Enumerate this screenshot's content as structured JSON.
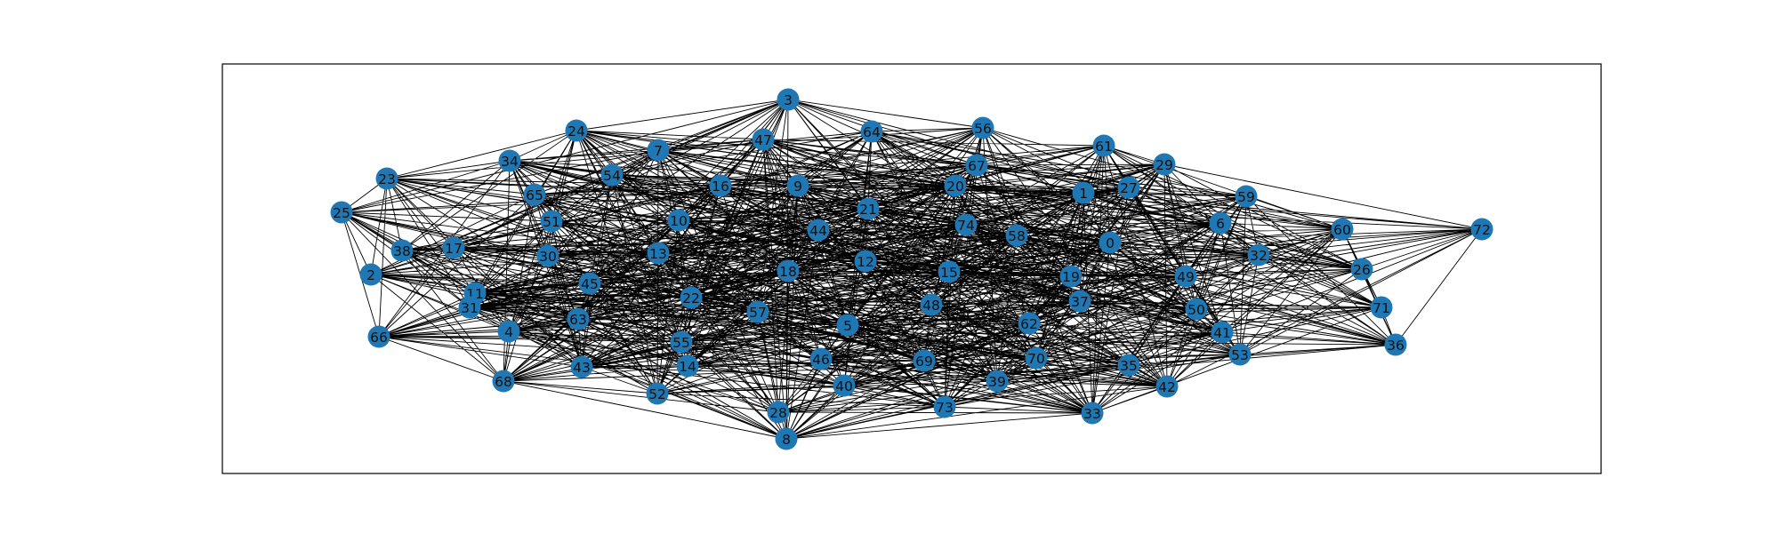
{
  "colors": {
    "node": "#1f77b4",
    "edge": "#000000",
    "frame": "#000000",
    "label": "#111111"
  },
  "graph": {
    "nodes": [
      {
        "id": "0"
      },
      {
        "id": "1"
      },
      {
        "id": "2"
      },
      {
        "id": "3"
      },
      {
        "id": "4"
      },
      {
        "id": "5"
      },
      {
        "id": "6"
      },
      {
        "id": "7"
      },
      {
        "id": "8"
      },
      {
        "id": "9"
      },
      {
        "id": "10"
      },
      {
        "id": "11"
      },
      {
        "id": "12"
      },
      {
        "id": "13"
      },
      {
        "id": "14"
      },
      {
        "id": "15"
      },
      {
        "id": "16"
      },
      {
        "id": "17"
      },
      {
        "id": "18"
      },
      {
        "id": "19"
      },
      {
        "id": "20"
      },
      {
        "id": "21"
      },
      {
        "id": "22"
      },
      {
        "id": "23"
      },
      {
        "id": "24"
      },
      {
        "id": "25"
      },
      {
        "id": "26"
      },
      {
        "id": "27"
      },
      {
        "id": "28"
      },
      {
        "id": "29"
      },
      {
        "id": "30"
      },
      {
        "id": "31"
      },
      {
        "id": "32"
      },
      {
        "id": "33"
      },
      {
        "id": "34"
      },
      {
        "id": "35"
      },
      {
        "id": "36"
      },
      {
        "id": "37"
      },
      {
        "id": "38"
      },
      {
        "id": "39"
      },
      {
        "id": "40"
      },
      {
        "id": "41"
      },
      {
        "id": "42"
      },
      {
        "id": "43"
      },
      {
        "id": "44"
      },
      {
        "id": "45"
      },
      {
        "id": "46"
      },
      {
        "id": "47"
      },
      {
        "id": "48"
      },
      {
        "id": "49"
      },
      {
        "id": "50"
      },
      {
        "id": "51"
      },
      {
        "id": "52"
      },
      {
        "id": "53"
      },
      {
        "id": "54"
      },
      {
        "id": "55"
      },
      {
        "id": "56"
      },
      {
        "id": "57"
      },
      {
        "id": "58"
      },
      {
        "id": "59"
      },
      {
        "id": "60"
      },
      {
        "id": "61"
      },
      {
        "id": "62"
      },
      {
        "id": "63"
      },
      {
        "id": "64"
      },
      {
        "id": "65"
      },
      {
        "id": "66"
      },
      {
        "id": "67"
      },
      {
        "id": "68"
      },
      {
        "id": "69"
      },
      {
        "id": "70"
      },
      {
        "id": "71"
      },
      {
        "id": "72"
      },
      {
        "id": "73"
      },
      {
        "id": "74"
      }
    ]
  }
}
